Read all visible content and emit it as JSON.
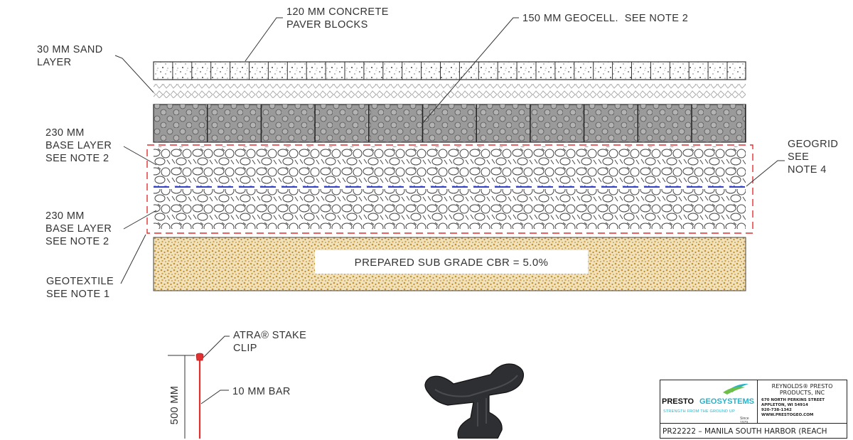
{
  "labels": {
    "paver": [
      "120 MM CONCRETE",
      "PAVER BLOCKS"
    ],
    "geocell": "150 MM GEOCELL.  SEE NOTE 2",
    "sand": [
      "30 MM SAND",
      "LAYER"
    ],
    "base_top": [
      "230 MM",
      "BASE LAYER",
      "SEE NOTE 2"
    ],
    "base_bottom": [
      "230 MM",
      "BASE LAYER",
      "SEE NOTE 2"
    ],
    "geotextile": [
      "GEOTEXTILE",
      "SEE NOTE 1"
    ],
    "geogrid": [
      "GEOGRID",
      "SEE",
      "NOTE 4"
    ],
    "subgrade": "PREPARED SUB GRADE CBR = 5.0%",
    "stake_clip": [
      "ATRA® STAKE",
      "CLIP"
    ],
    "bar": "10 MM BAR",
    "bar_length": "500 MM"
  },
  "title_block": {
    "brand_a": "PRESTO",
    "brand_b": "GEOSYSTEMS",
    "tagline": "STRENGTH FROM THE GROUND UP",
    "since": "Since 1979",
    "company": [
      "REYNOLDS® PRESTO",
      "PRODUCTS, INC"
    ],
    "address": [
      "670 NORTH PERKINS STREET",
      "APPLETON, WI  54914",
      "920-738-1342",
      "WWW.PRESTOGEO.COM"
    ],
    "project": "PR22222 – MANILA SOUTH HARBOR (REACH"
  },
  "colors": {
    "line": "#333333",
    "paver_fill": "#ffffff",
    "geocell_fill": "#9a9a9a",
    "subgrade_fill": "#d8b062",
    "geogrid_line": "#3340c8",
    "boundary_dash": "#e03030",
    "stake": "#e03030",
    "brand_accent": "#27b3c8"
  },
  "icons": [
    "atra-clip-icon",
    "presto-logo-icon"
  ]
}
